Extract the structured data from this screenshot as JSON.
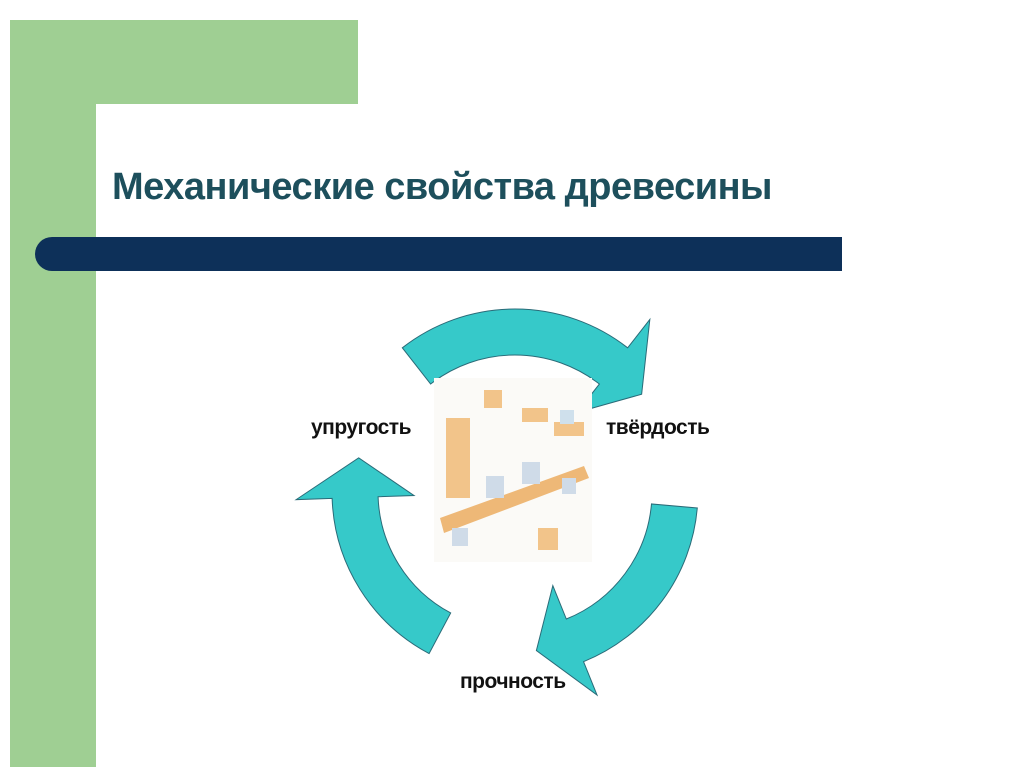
{
  "slide": {
    "title": "Механические свойства древесины",
    "labels": {
      "left": "упругость",
      "right": "твёрдость",
      "bottom": "прочность"
    }
  },
  "colors": {
    "accent_green": "#9fcf93",
    "bar_navy": "#0d3059",
    "arrow_fill": "#36c9c9",
    "title_color": "#1d4f5c"
  }
}
